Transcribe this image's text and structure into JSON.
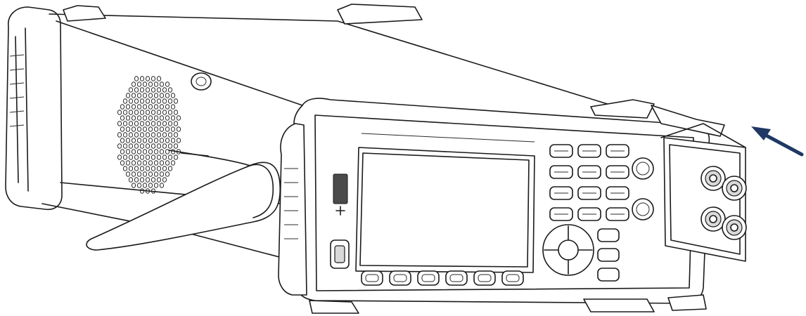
{
  "figure": {
    "subject": "instrument-line-drawing",
    "arrow_color": "#1f3864",
    "line_color": "#1a1a1a",
    "front_panel": {
      "key_rows": 4,
      "key_cols": 3,
      "softkeys": 6,
      "side_keys": 3,
      "terminals": 4
    }
  }
}
